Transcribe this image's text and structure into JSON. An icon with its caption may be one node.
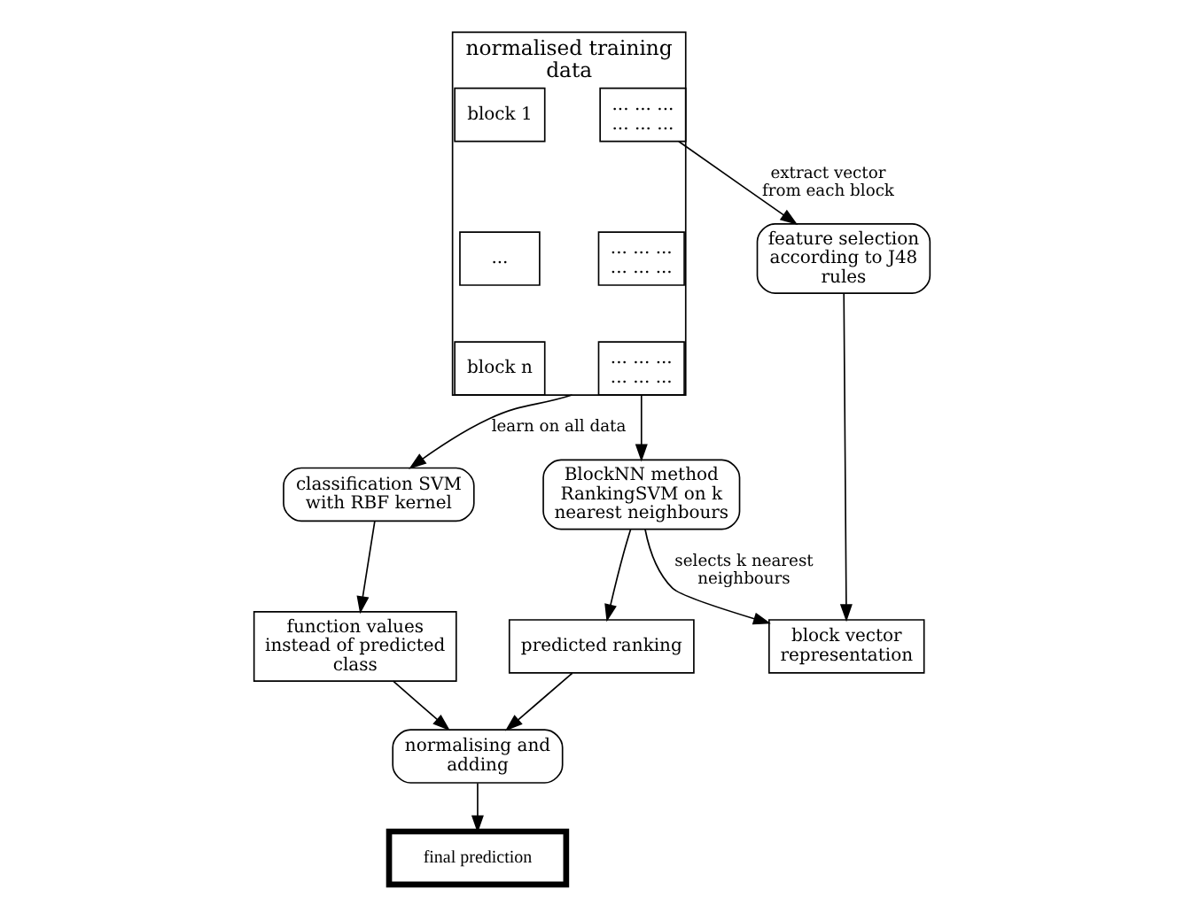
{
  "diagram": {
    "nodes": [
      {
        "text": [
          "normalised training data"
        ]
      },
      {
        "text": [
          "block 1"
        ],
        "in": 0
      },
      {
        "text": [
          "... ... ... ... ... ..."
        ],
        "in": 0
      },
      {
        "text": [
          "..."
        ],
        "in": 0
      },
      {
        "text": [
          "... ... ... ... ... ..."
        ],
        "in": 0
      },
      {
        "text": [
          "block n"
        ],
        "in": 0
      },
      {
        "text": [
          "... ... ... ... ... ..."
        ],
        "in": 0
      },
      {
        "text": [
          "feature selection according to J48 rules"
        ]
      },
      {
        "text": [
          "block vector representation"
        ]
      },
      {
        "text": [
          "BlockNN method RankingSVM on k nearest neighbours"
        ]
      },
      {
        "text": [
          "classification SVM with RBF kernel"
        ]
      },
      {
        "text": [
          "predicted ranking"
        ]
      },
      {
        "text": [
          "function values instead of predicted class"
        ]
      },
      {
        "text": [
          "normalising and adding"
        ]
      },
      {
        "text": [
          "final prediction"
        ]
      }
    ],
    "edges": [
      {
        "from": 2,
        "to": 7,
        "arrow": "to",
        "label": "extract vector from each block"
      },
      {
        "from": 7,
        "to": 8,
        "arrow": "to"
      },
      {
        "from": 6,
        "to": 9,
        "arrow": "to"
      },
      {
        "from": 9,
        "to": 8,
        "arrow": "to",
        "label": "selects k nearest neighbours"
      },
      {
        "from": 0,
        "to": 10,
        "arrow": "to",
        "label": "learn on all data"
      },
      {
        "from": 9,
        "to": 11,
        "arrow": "to"
      },
      {
        "from": 10,
        "to": 12,
        "arrow": "to"
      },
      {
        "from": 11,
        "to": 13,
        "arrow": "to"
      },
      {
        "from": 12,
        "to": 13,
        "arrow": "to"
      },
      {
        "from": 13,
        "to": 14,
        "arrow": "to"
      }
    ]
  }
}
